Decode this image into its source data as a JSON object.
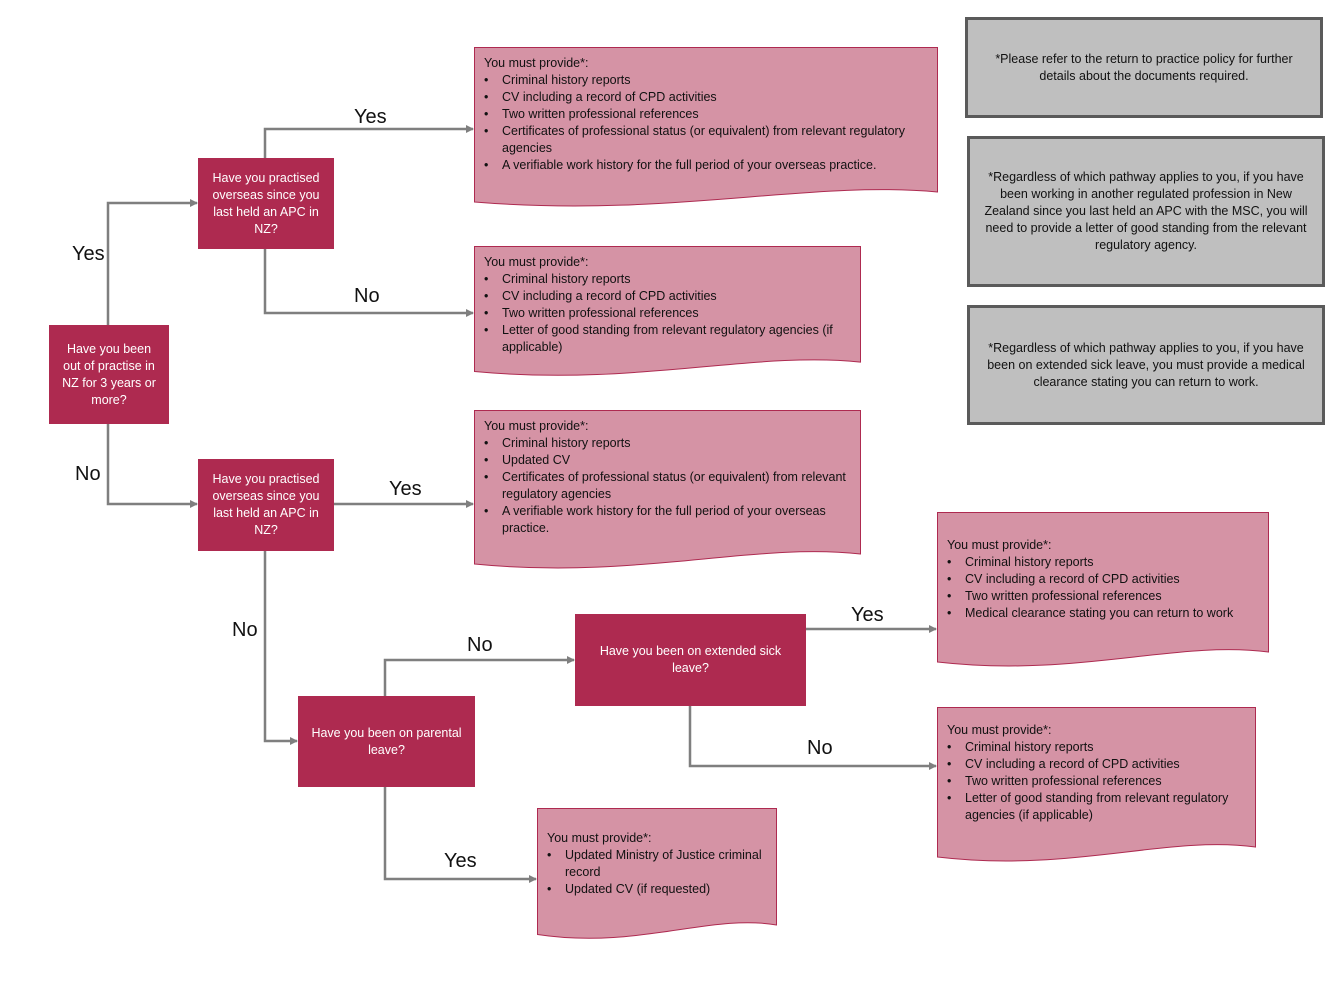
{
  "colors": {
    "question": "#ae2a50",
    "document": "#d593a5",
    "note": "#bfbfbf",
    "connector": "#7f7f7f"
  },
  "questions": {
    "q1": "Have you been out of practise in NZ for 3 years or more?",
    "q2": "Have you practised overseas since you last held an APC in NZ?",
    "q3": "Have you practised overseas since you last held an APC in NZ?",
    "q4": "Have you been on parental leave?",
    "q5": "Have you been on extended sick leave?"
  },
  "documents": {
    "d1": {
      "heading": "You must provide*:",
      "items": [
        "Criminal history reports",
        "CV including a record of CPD activities",
        "Two written professional references",
        "Certificates of professional status (or equivalent) from relevant regulatory agencies",
        "A verifiable work history for the full period of your overseas practice."
      ]
    },
    "d2": {
      "heading": "You must provide*:",
      "items": [
        "Criminal history reports",
        "CV including a record of CPD activities",
        "Two written professional references",
        "Letter of good standing from relevant regulatory agencies (if applicable)"
      ]
    },
    "d3": {
      "heading": "You must provide*:",
      "items": [
        "Criminal history reports",
        "Updated CV",
        "Certificates of professional status (or equivalent) from relevant regulatory agencies",
        "A verifiable work history for the full period of your overseas practice."
      ]
    },
    "d4": {
      "heading": "You must provide*:",
      "items": [
        "Criminal history reports",
        "CV including a record of CPD activities",
        "Two written professional references",
        "Medical clearance stating you can return to work"
      ]
    },
    "d5": {
      "heading": "You must provide*:",
      "items": [
        "Criminal history reports",
        "CV including a record of CPD activities",
        "Two written professional references",
        "Letter of good standing from relevant regulatory agencies (if applicable)"
      ]
    },
    "d6": {
      "heading": "You must provide*:",
      "items": [
        "Updated Ministry of Justice criminal record",
        "Updated CV (if requested)"
      ]
    }
  },
  "notes": {
    "n1": "*Please refer to the return to practice policy for further details about the documents required.",
    "n2": "*Regardless of which pathway applies to you, if you have been working in another regulated profession in New Zealand since you last held an APC with the MSC, you will need to provide a letter of good standing from the relevant regulatory agency.",
    "n3": "*Regardless of which pathway applies to you, if you have been on extended sick leave, you must provide a medical clearance stating you can return to work."
  },
  "labels": {
    "l1": "Yes",
    "l2": "No",
    "l3": "Yes",
    "l4": "No",
    "l5": "Yes",
    "l6": "No",
    "l7": "No",
    "l8": "Yes",
    "l9": "No",
    "l10": "Yes"
  }
}
